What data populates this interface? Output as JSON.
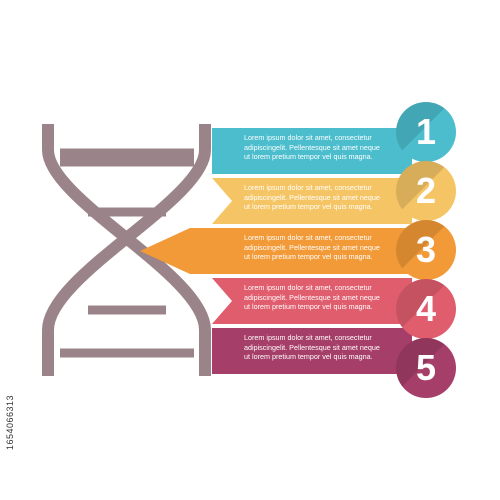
{
  "colors": {
    "dna": "#9a8489",
    "steps": [
      "#4bbdcd",
      "#f5c565",
      "#f29a37",
      "#e05d6d",
      "#a53e68"
    ]
  },
  "steps": [
    {
      "number": "1",
      "line1": "Lorem ipsum dolor sit amet, consectetur",
      "line2": "adipiscingelit. Pellentesque sit amet neque",
      "line3": "ut lorem pretium tempor vel quis magna."
    },
    {
      "number": "2",
      "line1": "Lorem ipsum dolor sit amet, consectetur",
      "line2": "adipiscingelit. Pellentesque sit amet neque",
      "line3": "ut lorem pretium tempor vel quis magna."
    },
    {
      "number": "3",
      "line1": "Lorem ipsum dolor sit amet, consectetur",
      "line2": "adipiscingelit. Pellentesque sit amet neque",
      "line3": "ut lorem pretium tempor vel quis magna."
    },
    {
      "number": "4",
      "line1": "Lorem ipsum dolor sit amet, consectetur",
      "line2": "adipiscingelit. Pellentesque sit amet neque",
      "line3": "ut lorem pretium tempor vel quis magna."
    },
    {
      "number": "5",
      "line1": "Lorem ipsum dolor sit amet, consectetur",
      "line2": "adipiscingelit. Pellentesque sit amet neque",
      "line3": "ut lorem pretium tempor vel quis magna."
    }
  ],
  "stock_id": "1654066313"
}
